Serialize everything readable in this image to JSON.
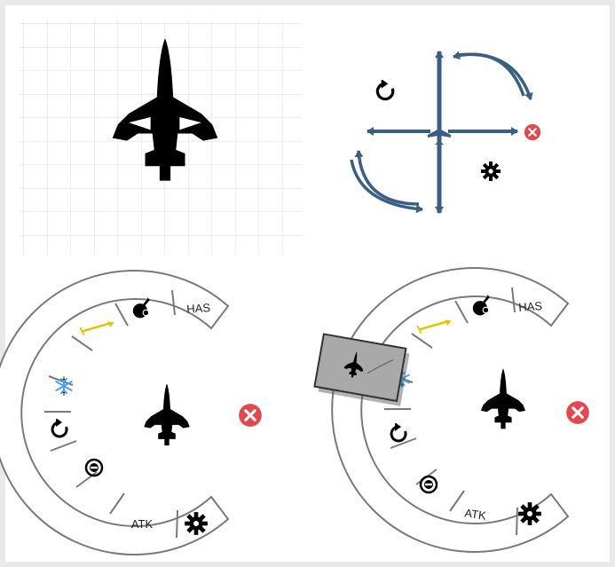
{
  "colors": {
    "background": "#e9e9e9",
    "panel": "#ffffff",
    "grid": "#dcdcdc",
    "arrow": "#3a5f83",
    "close": "#e2484f",
    "jet": "#000000",
    "freeze": "#4aa3e8",
    "missile": "#e6c300",
    "ring_stroke": "#7a7a7a"
  },
  "icons": {
    "jet": "fighter-jet-icon",
    "rotate": "rotate-icon",
    "settings": "gear-icon",
    "close": "close-icon",
    "freeze": "snowflake-icon",
    "missile": "missile-icon",
    "bomb": "bomb-icon",
    "disable": "no-entry-icon"
  },
  "radial_menu_left": {
    "label_has": "HAS",
    "label_atk": "ATK"
  },
  "radial_menu_right": {
    "label_has": "HAS",
    "label_atk": "ATK"
  }
}
